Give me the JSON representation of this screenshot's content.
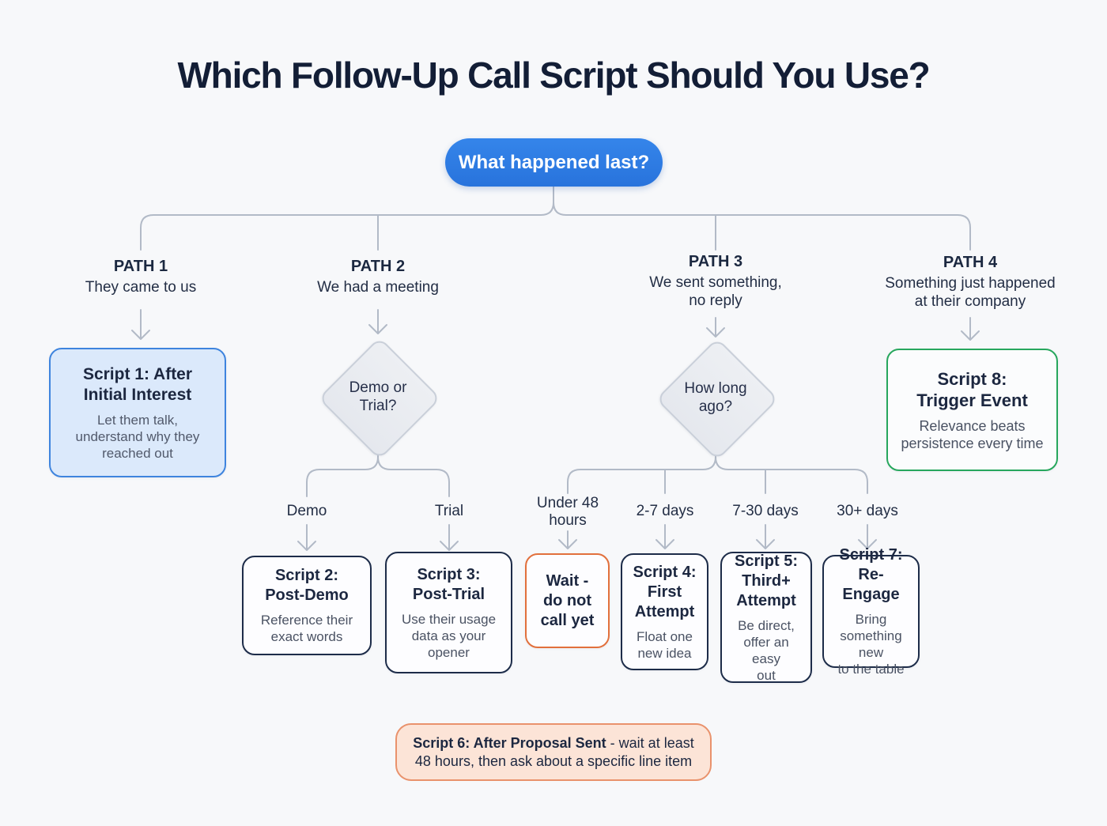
{
  "title": "Which Follow-Up Call Script Should You Use?",
  "root": {
    "question": "What happened last?"
  },
  "paths": [
    {
      "name": "PATH 1",
      "desc_lines": [
        "They came to us"
      ]
    },
    {
      "name": "PATH 2",
      "desc_lines": [
        "We had a meeting"
      ]
    },
    {
      "name": "PATH 3",
      "desc_lines": [
        "We sent something,",
        "no reply"
      ]
    },
    {
      "name": "PATH 4",
      "desc_lines": [
        "Something just happened",
        "at their company"
      ]
    }
  ],
  "decisions": [
    {
      "question_lines": [
        "Demo or",
        "Trial?"
      ]
    },
    {
      "question_lines": [
        "How long",
        "ago?"
      ]
    }
  ],
  "branch_labels": [
    {
      "lines": [
        "Demo"
      ]
    },
    {
      "lines": [
        "Trial"
      ]
    },
    {
      "lines": [
        "Under 48",
        "hours"
      ]
    },
    {
      "lines": [
        "2-7 days"
      ]
    },
    {
      "lines": [
        "7-30 days"
      ]
    },
    {
      "lines": [
        "30+ days"
      ]
    }
  ],
  "cards": {
    "script1": {
      "accent": "blue",
      "title_lines": [
        "Script 1: After",
        "Initial Interest"
      ],
      "body_lines": [
        "Let them talk,",
        "understand why they",
        "reached out"
      ]
    },
    "script2": {
      "accent": "navy",
      "title_lines": [
        "Script 2:",
        "Post-Demo"
      ],
      "body_lines": [
        "Reference their",
        "exact words"
      ]
    },
    "script3": {
      "accent": "navy",
      "title_lines": [
        "Script 3:",
        "Post-Trial"
      ],
      "body_lines": [
        "Use their usage",
        "data as your",
        "opener"
      ]
    },
    "wait": {
      "accent": "orange",
      "title_lines": [
        "Wait -",
        "do not",
        "call yet"
      ],
      "body_lines": []
    },
    "script4": {
      "accent": "navy",
      "title_lines": [
        "Script 4:",
        "First",
        "Attempt"
      ],
      "body_lines": [
        "Float one",
        "new idea"
      ]
    },
    "script5": {
      "accent": "navy",
      "title_lines": [
        "Script 5:",
        "Third+",
        "Attempt"
      ],
      "body_lines": [
        "Be direct,",
        "offer an easy",
        "out"
      ]
    },
    "script7": {
      "accent": "navy",
      "title_lines": [
        "Script 7:",
        "Re-Engage"
      ],
      "body_lines": [
        "Bring",
        "something new",
        "to the table"
      ]
    },
    "script8": {
      "accent": "green",
      "title_lines": [
        "Script 8:",
        "Trigger Event"
      ],
      "body_lines": [
        "Relevance beats",
        "persistence every time"
      ]
    }
  },
  "footer": {
    "bold_text": "Script 6: After Proposal Sent",
    "after_bold": " - wait at least",
    "line2": "48 hours, then ask about a specific line item"
  },
  "colors": {
    "background": "#f7f8fa",
    "title": "#131e36",
    "pill_fill": "#2e7ce2",
    "pill_text": "#ffffff",
    "connector": "#b2bac7",
    "navy_border": "#1d2c49",
    "card_text": "#1c2740",
    "body_text": "#4a5263",
    "blue_fill": "#dbe9fb",
    "blue_border": "#3e84de",
    "green_border": "#27a75d",
    "orange_border": "#e2703c",
    "peach_fill": "#fce4d7",
    "peach_border": "#e9926c",
    "diamond_fill": "#eaecf1",
    "diamond_border": "#c9cfd9"
  }
}
